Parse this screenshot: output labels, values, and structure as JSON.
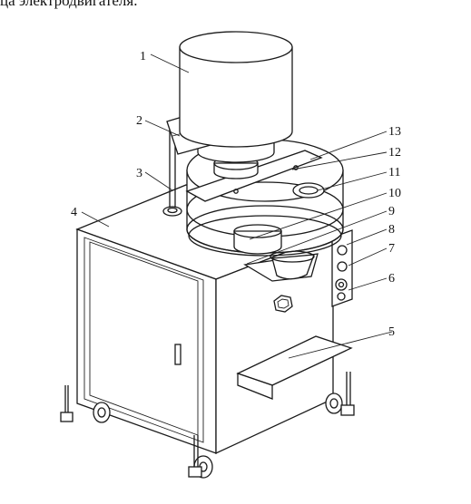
{
  "caption": "ца электродвигателя.",
  "corner_mark": "",
  "callouts": [
    {
      "label": "1",
      "part": "motor"
    },
    {
      "label": "2",
      "part": "bracket"
    },
    {
      "label": "3",
      "part": "support-post"
    },
    {
      "label": "4",
      "part": "cabinet"
    },
    {
      "label": "5",
      "part": "discharge-tray"
    },
    {
      "label": "6",
      "part": "adjustment-knob"
    },
    {
      "label": "7",
      "part": "control-button"
    },
    {
      "label": "8",
      "part": "control-panel"
    },
    {
      "label": "9",
      "part": "outlet-hopper"
    },
    {
      "label": "10",
      "part": "feed-cup"
    },
    {
      "label": "11",
      "part": "inlet-ring"
    },
    {
      "label": "12",
      "part": "rotary-disc"
    },
    {
      "label": "13",
      "part": "top-cover-plate"
    }
  ],
  "colors": {
    "ink": "#1a1a1a",
    "paper": "#ffffff"
  }
}
